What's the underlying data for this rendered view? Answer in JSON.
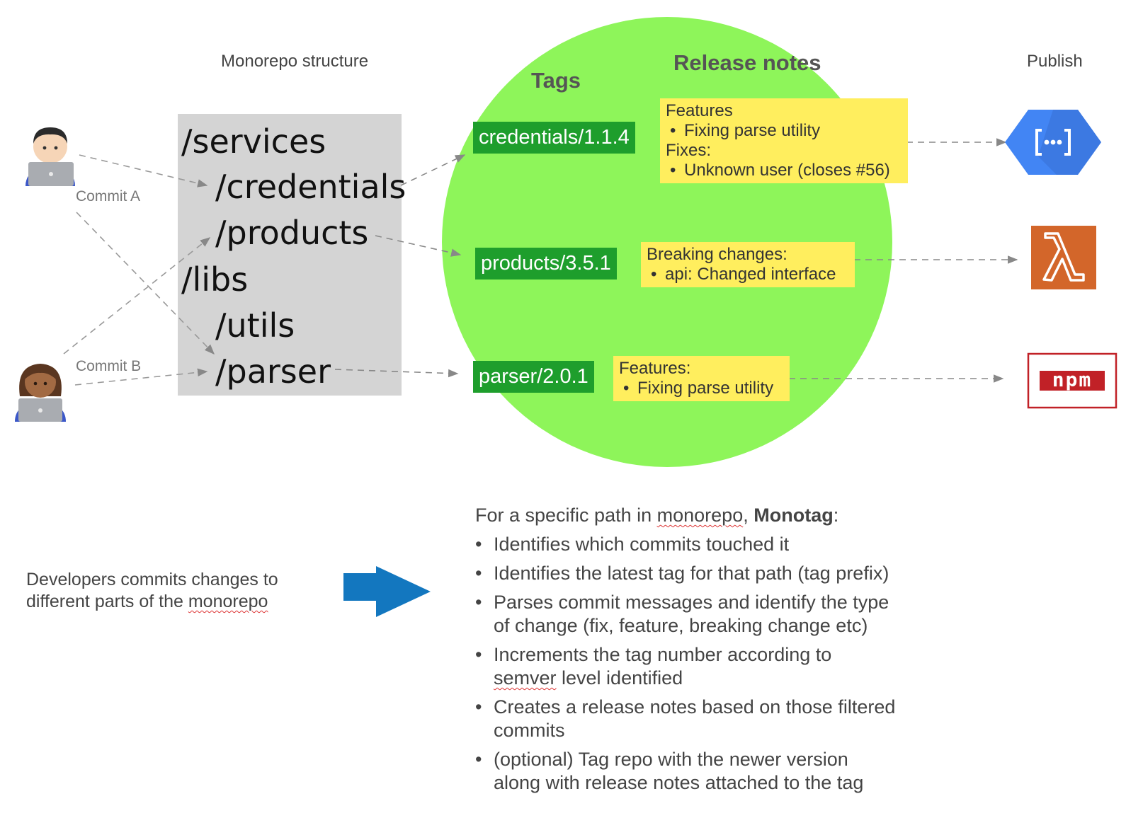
{
  "headers": {
    "structure": "Monorepo structure",
    "tags": "Tags",
    "release_notes": "Release notes",
    "publish": "Publish"
  },
  "tree": [
    "/services",
    "/credentials",
    "/products",
    "/libs",
    "/utils",
    "/parser"
  ],
  "commits": {
    "a": "Commit A",
    "b": "Commit B"
  },
  "tags": [
    "credentials/1.1.4",
    "products/3.5.1",
    "parser/2.0.1"
  ],
  "notes": {
    "credentials": {
      "features_label": "Features",
      "features": [
        "Fixing parse utility"
      ],
      "fixes_label": "Fixes:",
      "fixes": [
        "Unknown user (closes #56)"
      ]
    },
    "products": {
      "breaking_label": "Breaking changes:",
      "breaking": [
        "api: Changed interface"
      ]
    },
    "parser": {
      "features_label": "Features:",
      "features": [
        "Fixing parse utility"
      ]
    }
  },
  "publish_icons": [
    "cloud-functions-icon",
    "aws-lambda-icon",
    "npm-icon"
  ],
  "npm_logo_text": "npm",
  "caption": {
    "line1": "Developers commits changes to",
    "line2_prefix": "different parts of the ",
    "line2_word": "monorepo"
  },
  "summary": {
    "intro_prefix": "For a specific path in ",
    "intro_word": "monorepo",
    "intro_sep": ", ",
    "intro_bold": "Monotag",
    "intro_suffix": ":",
    "items": [
      [
        "Identifies which commits touched it"
      ],
      [
        "Identifies the latest tag for that path (tag prefix)"
      ],
      [
        "Parses commit messages and identify the type",
        "of change (fix, feature, breaking change etc)"
      ],
      [
        "Increments the tag number according to",
        "semver level identified"
      ],
      [
        "Creates a release notes based on those filtered",
        "commits"
      ],
      [
        "(optional) Tag repo with the newer version",
        "along with release notes attached to the tag"
      ]
    ]
  },
  "colors": {
    "circle": "#8ef55a",
    "tag_bg": "#1e9e2c",
    "note_bg": "#ffee5e",
    "tree_bg": "#d4d4d4",
    "arrow_blue": "#1377bf",
    "gcf_blue": "#4285f4",
    "lambda_orange": "#d3662a",
    "npm_red": "#c12127"
  }
}
